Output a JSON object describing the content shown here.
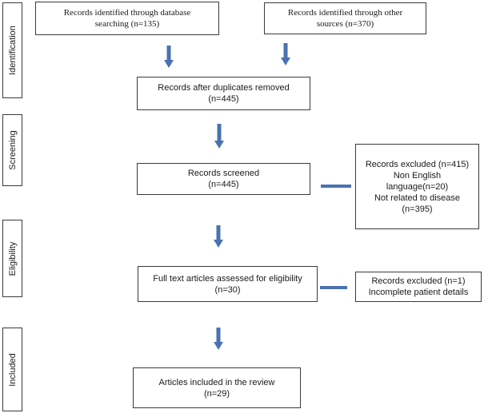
{
  "colors": {
    "arrow": "#4a72b0",
    "border": "#3a3a3a"
  },
  "stages": {
    "identification": "Identification",
    "screening": "Screening",
    "eligibility": "Eligibility",
    "included": "Included"
  },
  "boxes": {
    "database": {
      "line1": "Records identified through database",
      "line2": "searching (n=135)"
    },
    "other_sources": {
      "line1": "Records identified through other",
      "line2": "sources (n=370)"
    },
    "duplicates_removed": {
      "line1": "Records  after duplicates removed",
      "line2": "(n=445)"
    },
    "screened": {
      "line1": "Records screened",
      "line2": "(n=445)"
    },
    "excluded_screening": {
      "line1": "Records excluded (n=415)",
      "line2": "Non English",
      "line3": "language(n=20)",
      "line4": "Not related to disease",
      "line5": "(n=395)"
    },
    "full_text": {
      "line1": "Full text articles assessed for eligibility",
      "line2": "(n=30)"
    },
    "excluded_eligibility": {
      "line1": "Records excluded (n=1)",
      "line2": "Incomplete patient details"
    },
    "included": {
      "line1": "Articles included in the review",
      "line2": "(n=29)"
    }
  }
}
